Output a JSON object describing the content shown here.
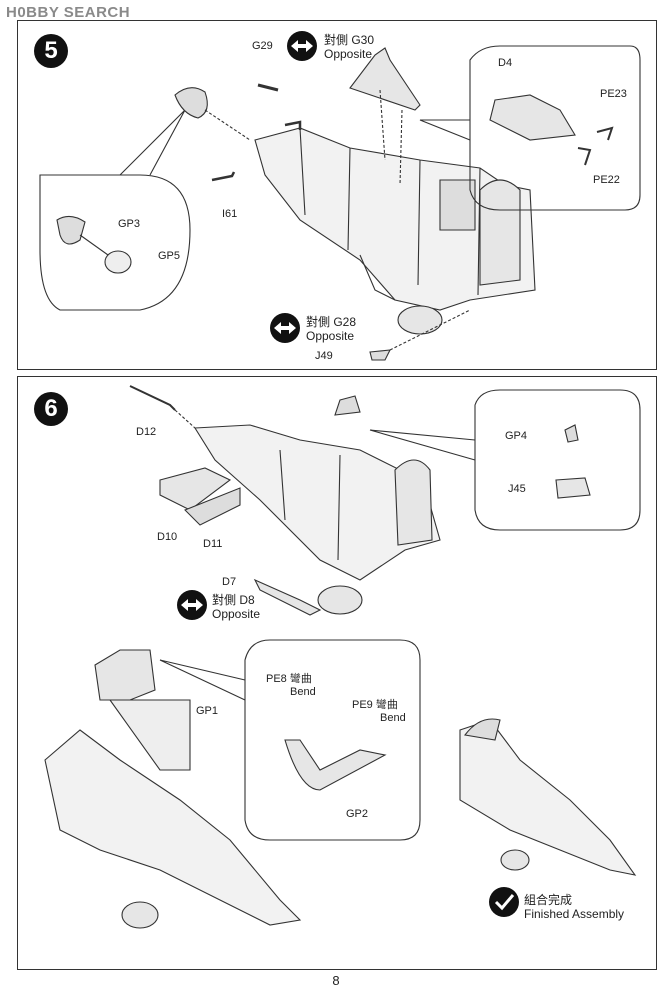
{
  "watermark": "H0BBY SEARCH",
  "page_number": "8",
  "step5": {
    "number": "5",
    "opposite_top": {
      "zh": "對側 G30",
      "en": "Opposite"
    },
    "opposite_bottom": {
      "zh": "對側 G28",
      "en": "Opposite"
    },
    "parts": {
      "g29": "G29",
      "i61": "I61",
      "gp3": "GP3",
      "gp5": "GP5",
      "d4": "D4",
      "pe23": "PE23",
      "pe22": "PE22",
      "j49": "J49"
    }
  },
  "step6": {
    "number": "6",
    "opposite": {
      "zh": "對側 D8",
      "en": "Opposite"
    },
    "parts": {
      "d12": "D12",
      "d10": "D10",
      "d11": "D11",
      "d7": "D7",
      "gp4": "GP4",
      "j45": "J45",
      "gp1": "GP1",
      "pe8": "PE8 彎曲",
      "pe8_bend": "Bend",
      "pe9": "PE9 彎曲",
      "pe9_bend": "Bend",
      "gp2": "GP2"
    },
    "finished": {
      "zh": "組合完成",
      "en": "Finished Assembly"
    }
  }
}
